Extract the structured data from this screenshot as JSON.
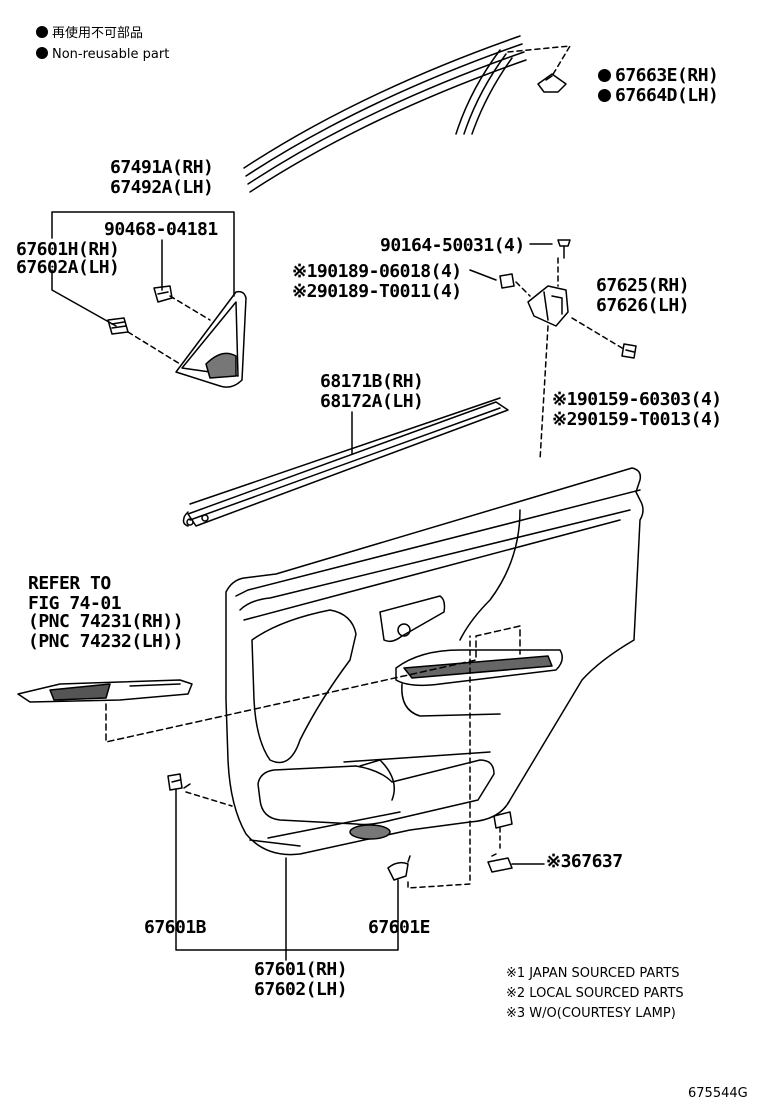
{
  "legend": {
    "item_jp": "再使用不可部品",
    "item_en": "Non-reusable part"
  },
  "parts": {
    "p67663E": "67663E(RH)",
    "p67664D": "67664D(LH)",
    "p67491A": "67491A(RH)",
    "p67492A": "67492A(LH)",
    "p90468": "90468-04181",
    "p67601H": "67601H(RH)",
    "p67602A": "67602A(LH)",
    "p90164": "90164-50031(4)",
    "p90189_1": "※190189-06018(4)",
    "p90189_2": "※290189-T0011(4)",
    "p67625": "67625(RH)",
    "p67626": "67626(LH)",
    "p68171B": "68171B(RH)",
    "p68172A": "68172A(LH)",
    "p90159_1": "※190159-60303(4)",
    "p90159_2": "※290159-T0013(4)",
    "refer1": "REFER TO",
    "refer2": "FIG 74-01",
    "refer3": "(PNC 74231(RH))",
    "refer4": "(PNC 74232(LH))",
    "p67637": "※367637",
    "p67601B": "67601B",
    "p67601E": "67601E",
    "p67601": "67601(RH)",
    "p67602": "67602(LH)"
  },
  "notes": {
    "n1": "※1 JAPAN SOURCED PARTS",
    "n2": "※2 LOCAL SOURCED PARTS",
    "n3": "※3 W/O(COURTESY LAMP)"
  },
  "figure_id": "675544G"
}
